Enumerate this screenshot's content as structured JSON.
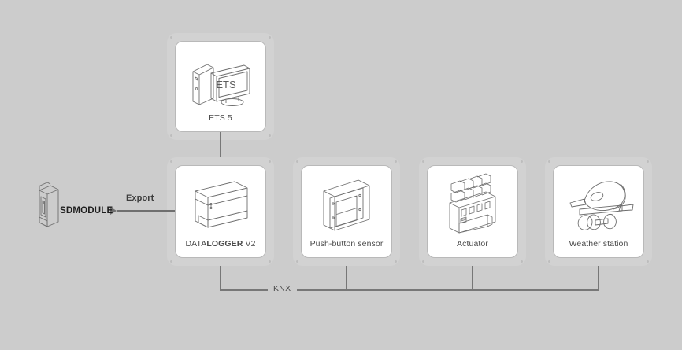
{
  "diagram": {
    "background_color": "#cccccc",
    "line_color": "#777777",
    "card_background": "#ffffff",
    "card_border_color": "#b9b9b9",
    "frame_color": "#d2d2d2"
  },
  "top_node": {
    "label": "ETS 5",
    "icon": "desktop-computer-icon",
    "screen_text": "ETS"
  },
  "devices": [
    {
      "label_prefix": "DATA",
      "label_bold": "LOGGER",
      "label_suffix": " V2",
      "label": "DATALOGGER V2",
      "icon": "din-rail-datalogger-icon"
    },
    {
      "label_prefix": "",
      "label_bold": "",
      "label_suffix": "",
      "label": "Push-button sensor",
      "icon": "wall-switch-icon"
    },
    {
      "label_prefix": "",
      "label_bold": "",
      "label_suffix": "",
      "label": "Actuator",
      "icon": "din-rail-actuator-icon"
    },
    {
      "label_prefix": "",
      "label_bold": "",
      "label_suffix": "",
      "label": "Weather station",
      "icon": "weather-station-icon"
    }
  ],
  "bus": {
    "label": "KNX"
  },
  "export": {
    "label": "Export",
    "target_label": "SDMODULE",
    "target_icon": "sd-module-icon",
    "direction": "left"
  }
}
